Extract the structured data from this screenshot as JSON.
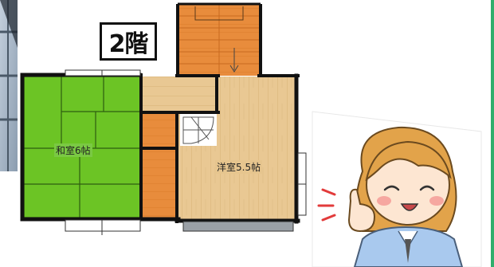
{
  "floor_label": "2階",
  "rooms": {
    "tatami": "和室6帖",
    "western": "洋室5.5帖"
  },
  "colors": {
    "tatami_green": "#6cc425",
    "wood_floor": "#e9c893",
    "orange_floor": "#e88c3c",
    "wall": "#111111",
    "accent_border": "#2fae6c"
  },
  "icons": [
    "stair-arrow-icon",
    "woman-thumbs-up-illustration"
  ]
}
